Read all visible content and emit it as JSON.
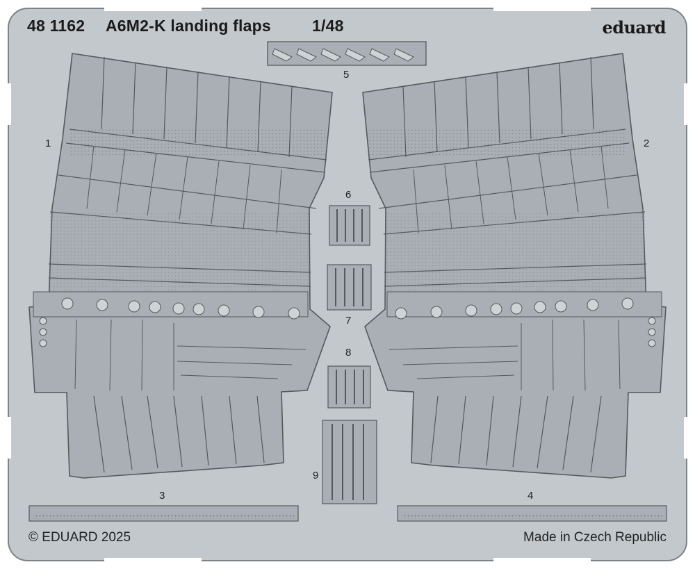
{
  "header": {
    "catalog_number": "48 1162",
    "title": "A6M2-K landing flaps",
    "scale": "1/48",
    "brand": "eduard"
  },
  "parts": {
    "p1": "1",
    "p2": "2",
    "p3": "3",
    "p4": "4",
    "p5": "5",
    "p6": "6",
    "p7": "7",
    "p8": "8",
    "p9": "9"
  },
  "footer": {
    "copyright": "© EDUARD 2025",
    "origin": "Made in Czech Republic"
  },
  "colors": {
    "fret": "#c3c8cc",
    "part": "#a9afb4",
    "line": "#55595c"
  }
}
